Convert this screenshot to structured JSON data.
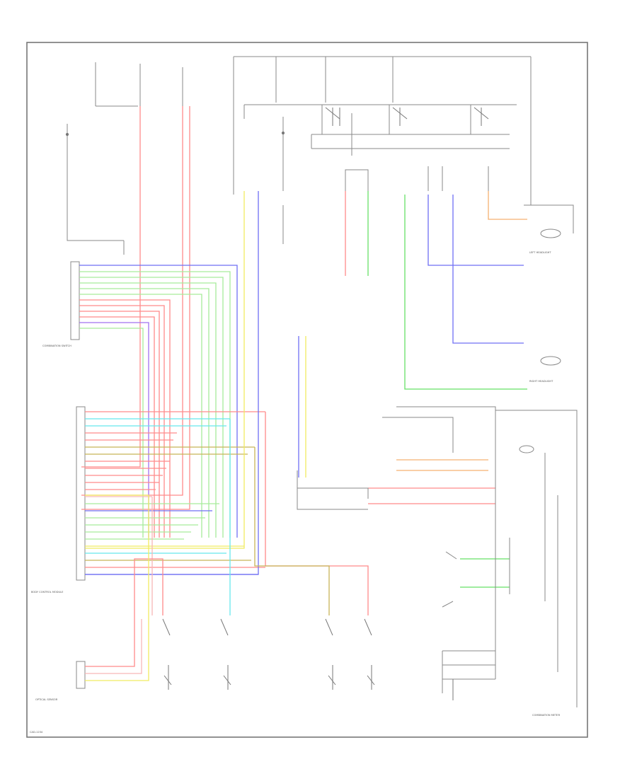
{
  "diagram": {
    "colors": {
      "red": "#ff8a8a",
      "green": "#66e066",
      "lightgreen": "#a6ec9a",
      "blue": "#6f6ff4",
      "violet": "#a070f0",
      "yellow": "#f0ec60",
      "cyan": "#66e8ee",
      "orange": "#f5b070",
      "olive": "#c8b458",
      "pink": "#f8b6b6",
      "gray": "#888888",
      "frame": "#777777"
    },
    "labels": {
      "combination_switch": "COMBINATION SWITCH",
      "body_control_module": "BODY CONTROL MODULE",
      "optical_sensor": "OPTICAL SENSOR",
      "left_headlight": "LEFT HEADLIGHT",
      "right_headlight": "RIGHT HEADLIGHT",
      "combination_meter": "COMBINATION METER",
      "footer_code": "CAD-1234"
    }
  }
}
